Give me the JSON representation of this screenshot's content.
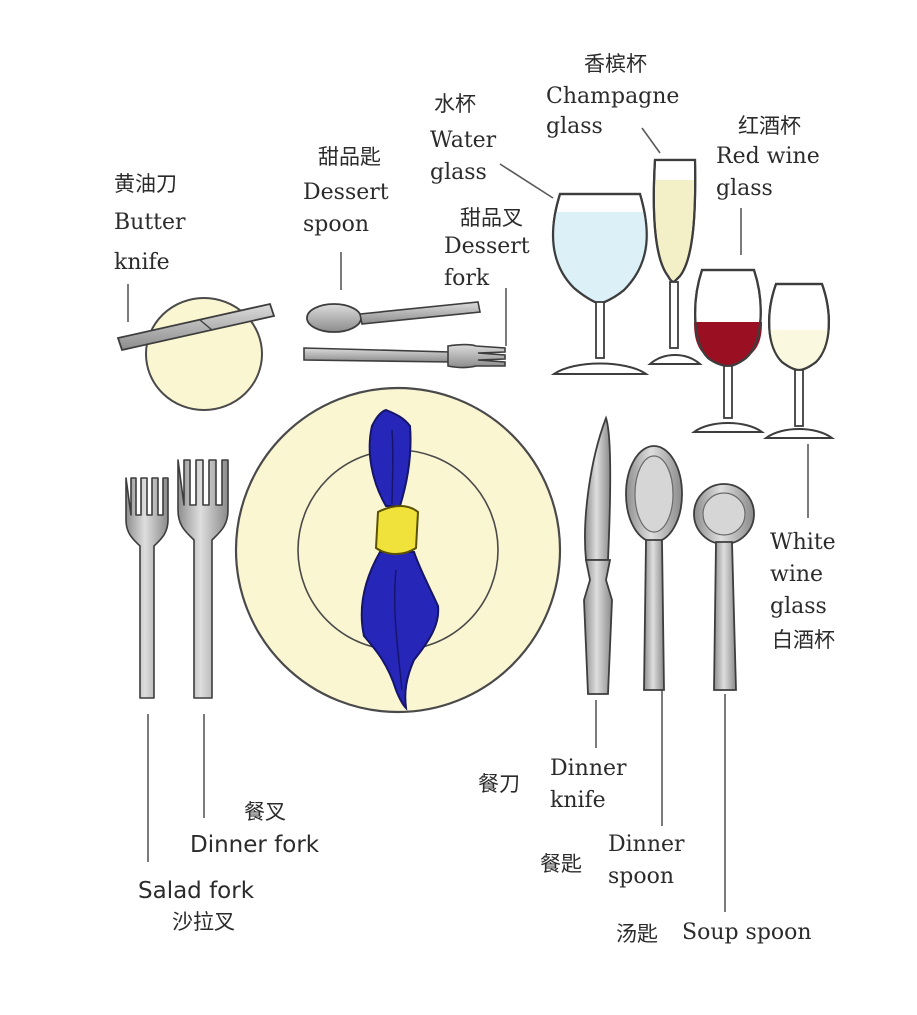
{
  "labels": {
    "butter_knife": {
      "zh": "黄油刀",
      "en1": "Butter",
      "en2": "knife"
    },
    "dessert_spoon": {
      "zh": "甜品匙",
      "en1": "Dessert",
      "en2": "spoon"
    },
    "water_glass": {
      "zh": "水杯",
      "en1": "Water",
      "en2": "glass"
    },
    "champagne_glass": {
      "zh": "香槟杯",
      "en1": "Champagne",
      "en2": "glass"
    },
    "red_wine_glass": {
      "zh": "红酒杯",
      "en1": "Red wine",
      "en2": "glass"
    },
    "dessert_fork": {
      "zh": "甜品叉",
      "en1": "Dessert",
      "en2": "fork"
    },
    "white_wine_glass": {
      "en1": "White",
      "en2": "wine",
      "en3": "glass",
      "zh": "白酒杯"
    },
    "dinner_fork": {
      "zh": "餐叉",
      "en": "Dinner fork"
    },
    "salad_fork": {
      "en": "Salad fork",
      "zh": "沙拉叉"
    },
    "dinner_knife": {
      "zh": "餐刀",
      "en1": "Dinner",
      "en2": "knife"
    },
    "dinner_spoon": {
      "zh": "餐匙",
      "en1": "Dinner",
      "en2": "spoon"
    },
    "soup_spoon": {
      "zh": "汤匙",
      "en": "Soup spoon"
    }
  },
  "colors": {
    "plate": "#fbf6d2",
    "napkin": "#2626b8",
    "napkin_ring": "#f0e23a",
    "water": "#dcf0f8",
    "champagne": "#f3f0c8",
    "red_wine": "#9a0f22",
    "white_wine": "#fbf8e0",
    "cutlery": "#b5b5b5",
    "outline": "#3d3d3d",
    "text": "#2b2b2b"
  }
}
